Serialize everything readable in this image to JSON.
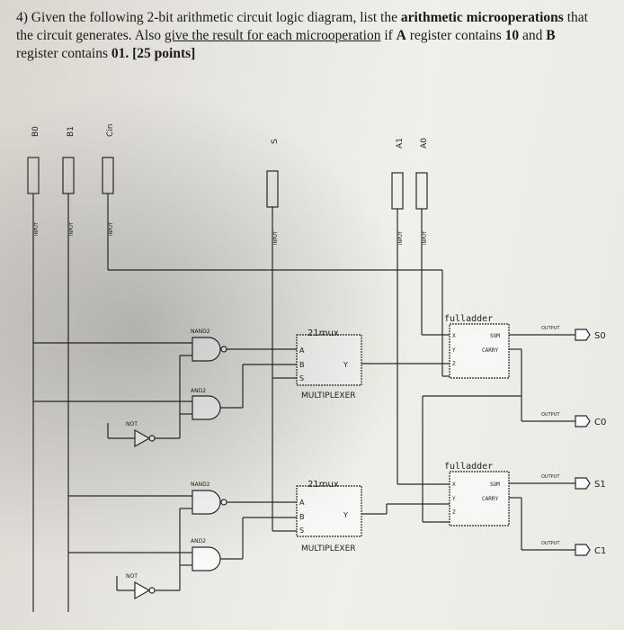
{
  "question": {
    "number": "4)",
    "part1": "Given the following 2-bit arithmetic circuit logic diagram, list the",
    "bold1": "arithmetic microoperations",
    "part2": "that the circuit generates. Also",
    "underline1": "give the result for each microoperation",
    "part3": "if",
    "bold_a": "A",
    "part4": "register contains",
    "bold_10": "10",
    "part5": "and",
    "bold_b": "B",
    "part6": "register contains",
    "bold_01": "01.",
    "points": "[25 points]"
  },
  "inputs": {
    "b0": "B0",
    "b1": "B1",
    "cin": "Cin",
    "s": "S",
    "a1": "A1",
    "a0": "A0",
    "pin_tag": "INPUT"
  },
  "gates": {
    "nand_label": "NAND2",
    "and_label": "AND2",
    "not_label": "NOT"
  },
  "mux": {
    "title": "21mux",
    "port_a": "A",
    "port_b": "B",
    "port_s": "S",
    "port_y": "Y",
    "footer": "MULTIPLEXER"
  },
  "fulladder": {
    "title": "fulladder",
    "port_x": "X",
    "port_y": "Y",
    "port_z": "Z",
    "port_sum": "SUM",
    "port_carry": "CARRY"
  },
  "outputs": {
    "s0": "S0",
    "c0": "C0",
    "s1": "S1",
    "c1": "C1",
    "pin_tag": "OUTPUT"
  }
}
